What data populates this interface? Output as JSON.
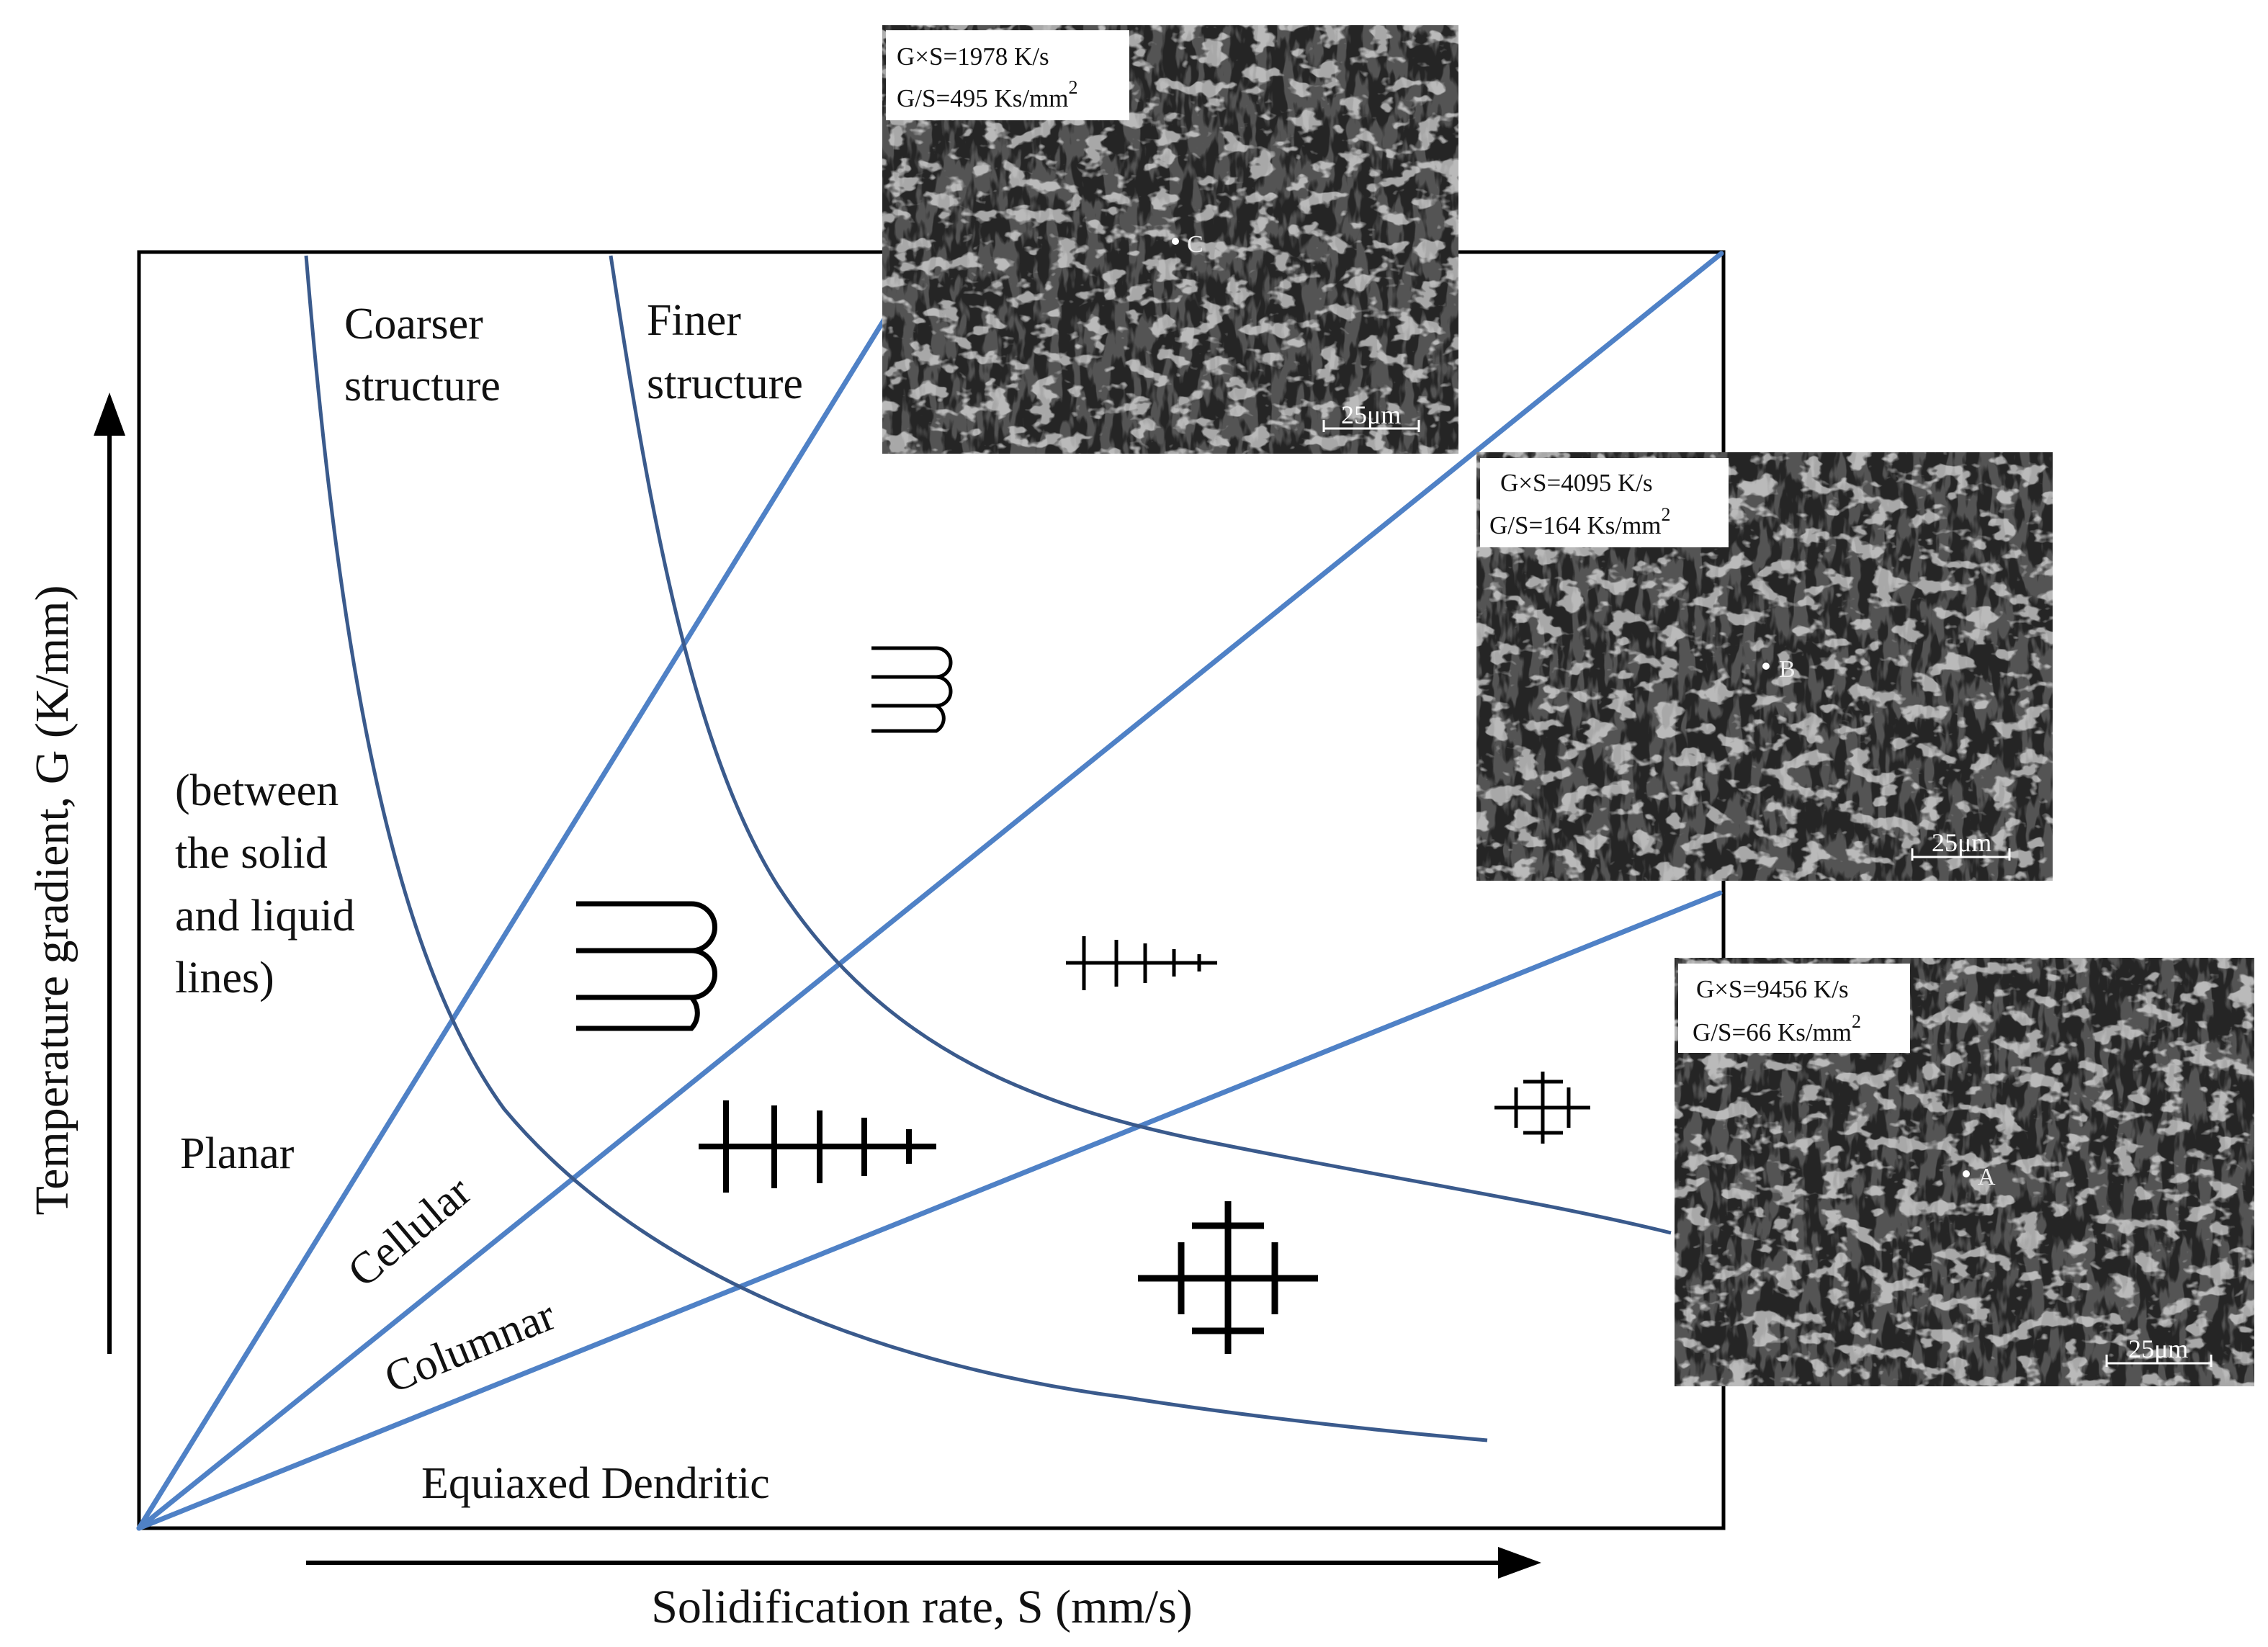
{
  "diagram": {
    "axes": {
      "y_label": "Temperature gradient, G (K/mm)",
      "x_label": "Solidification rate, S (mm/s)"
    },
    "region_labels": {
      "coarser": [
        "Coarser",
        "structure"
      ],
      "finer": [
        "Finer",
        "structure"
      ],
      "between": [
        "(between",
        "the solid",
        "and liquid",
        "lines)"
      ],
      "planar": "Planar",
      "cellular": "Cellular",
      "columnar": "Columnar",
      "equiaxed": "Equiaxed Dendritic"
    },
    "micrographs": [
      {
        "name": "micrograph-c",
        "line1": "G×S=1978 K/s",
        "line2_base": "G/S=495 Ks/mm",
        "line2_sup": "2",
        "point": "C",
        "scale": "25μm"
      },
      {
        "name": "micrograph-b",
        "line1": "G×S=4095 K/s",
        "line2_base": "G/S=164 Ks/mm",
        "line2_sup": "2",
        "point": "B",
        "scale": "25μm"
      },
      {
        "name": "micrograph-a",
        "line1": "G×S=9456 K/s",
        "line2_base": "G/S=66 Ks/mm",
        "line2_sup": "2",
        "point": "A",
        "scale": "25μm"
      }
    ],
    "colors": {
      "ratio_lines": "#4f81c6",
      "cooling_curves": "#3a5a8c",
      "frame": "#000000",
      "micrograph_bg": "#545454"
    }
  }
}
